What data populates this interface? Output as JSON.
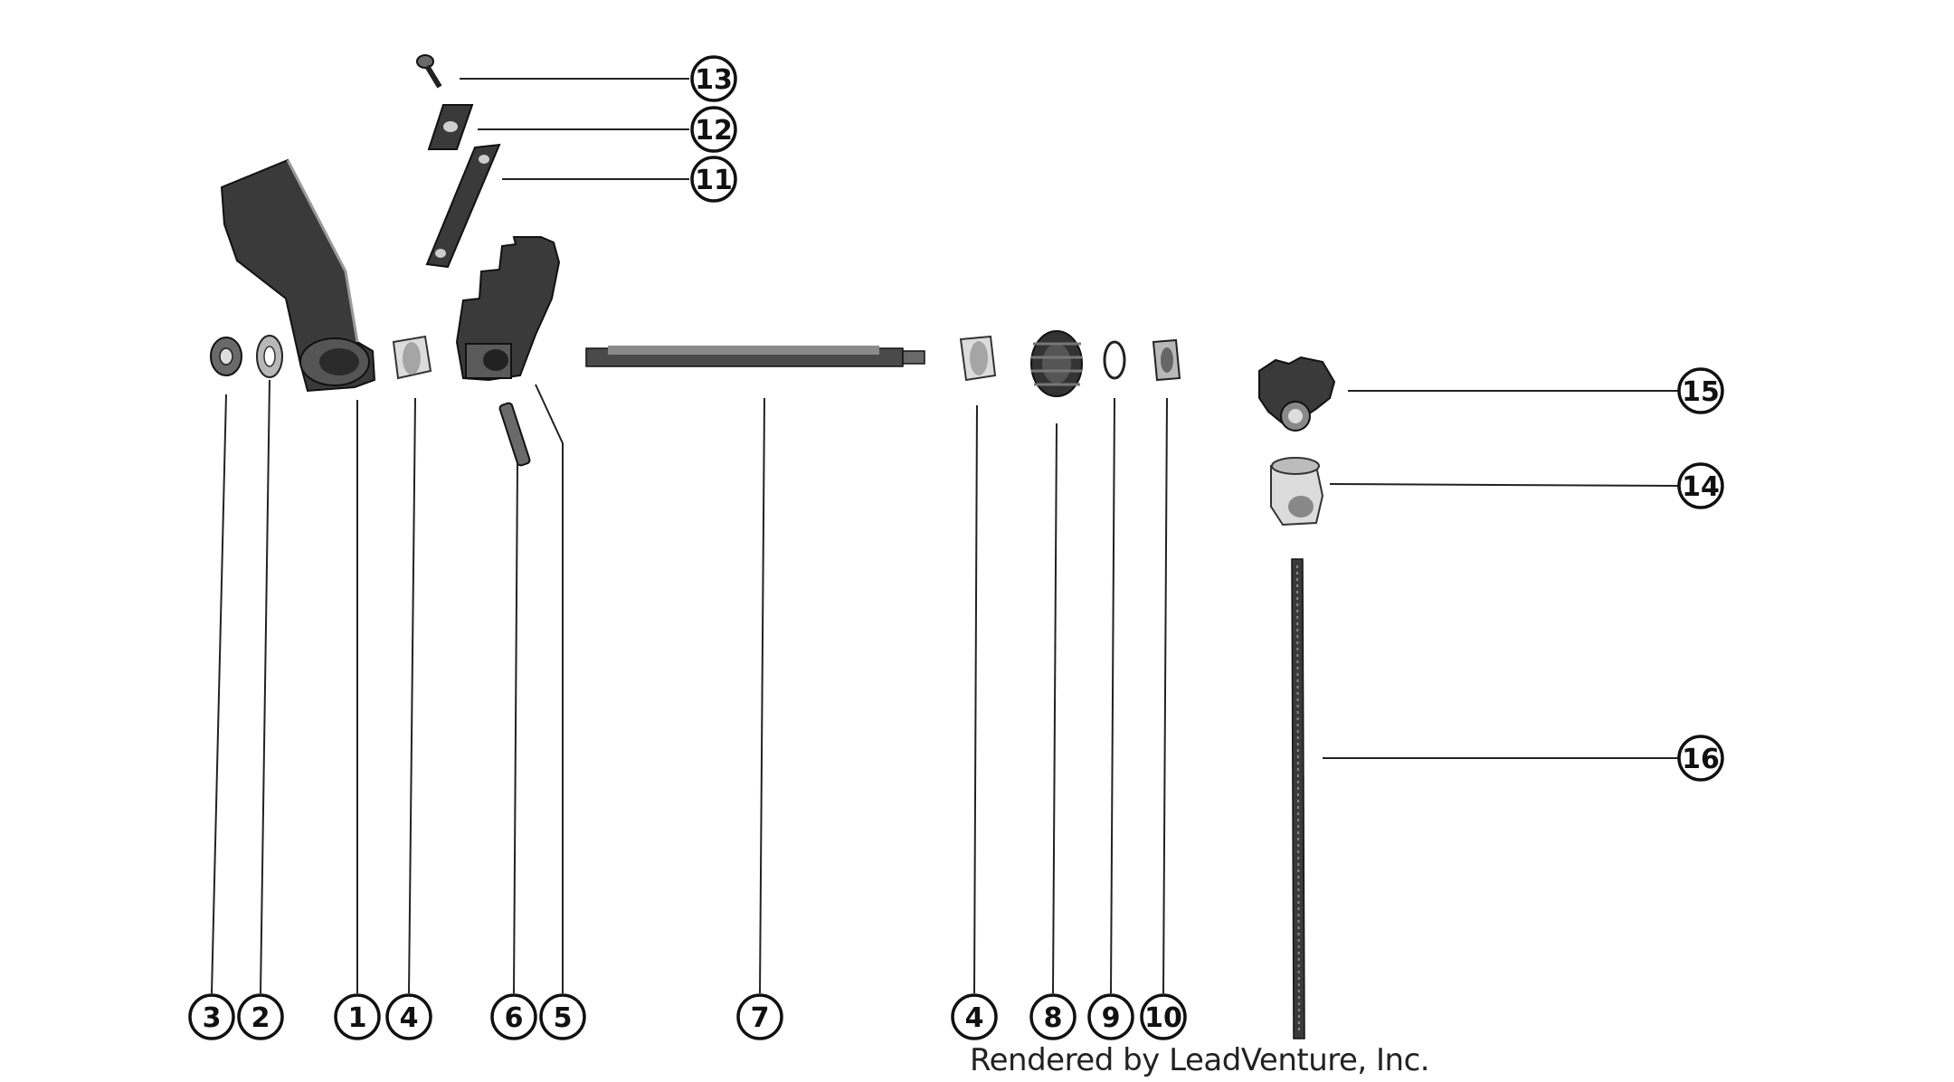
{
  "diagram": {
    "callouts": [
      {
        "id": "c1",
        "label": "1"
      },
      {
        "id": "c2",
        "label": "2"
      },
      {
        "id": "c3",
        "label": "3"
      },
      {
        "id": "c4a",
        "label": "4"
      },
      {
        "id": "c4b",
        "label": "4"
      },
      {
        "id": "c5",
        "label": "5"
      },
      {
        "id": "c6",
        "label": "6"
      },
      {
        "id": "c7",
        "label": "7"
      },
      {
        "id": "c8",
        "label": "8"
      },
      {
        "id": "c9",
        "label": "9"
      },
      {
        "id": "c10",
        "label": "10"
      },
      {
        "id": "c11",
        "label": "11"
      },
      {
        "id": "c12",
        "label": "12"
      },
      {
        "id": "c13",
        "label": "13"
      },
      {
        "id": "c14",
        "label": "14"
      },
      {
        "id": "c15",
        "label": "15"
      },
      {
        "id": "c16",
        "label": "16"
      }
    ]
  },
  "footer": {
    "credit": "Rendered by LeadVenture, Inc."
  }
}
